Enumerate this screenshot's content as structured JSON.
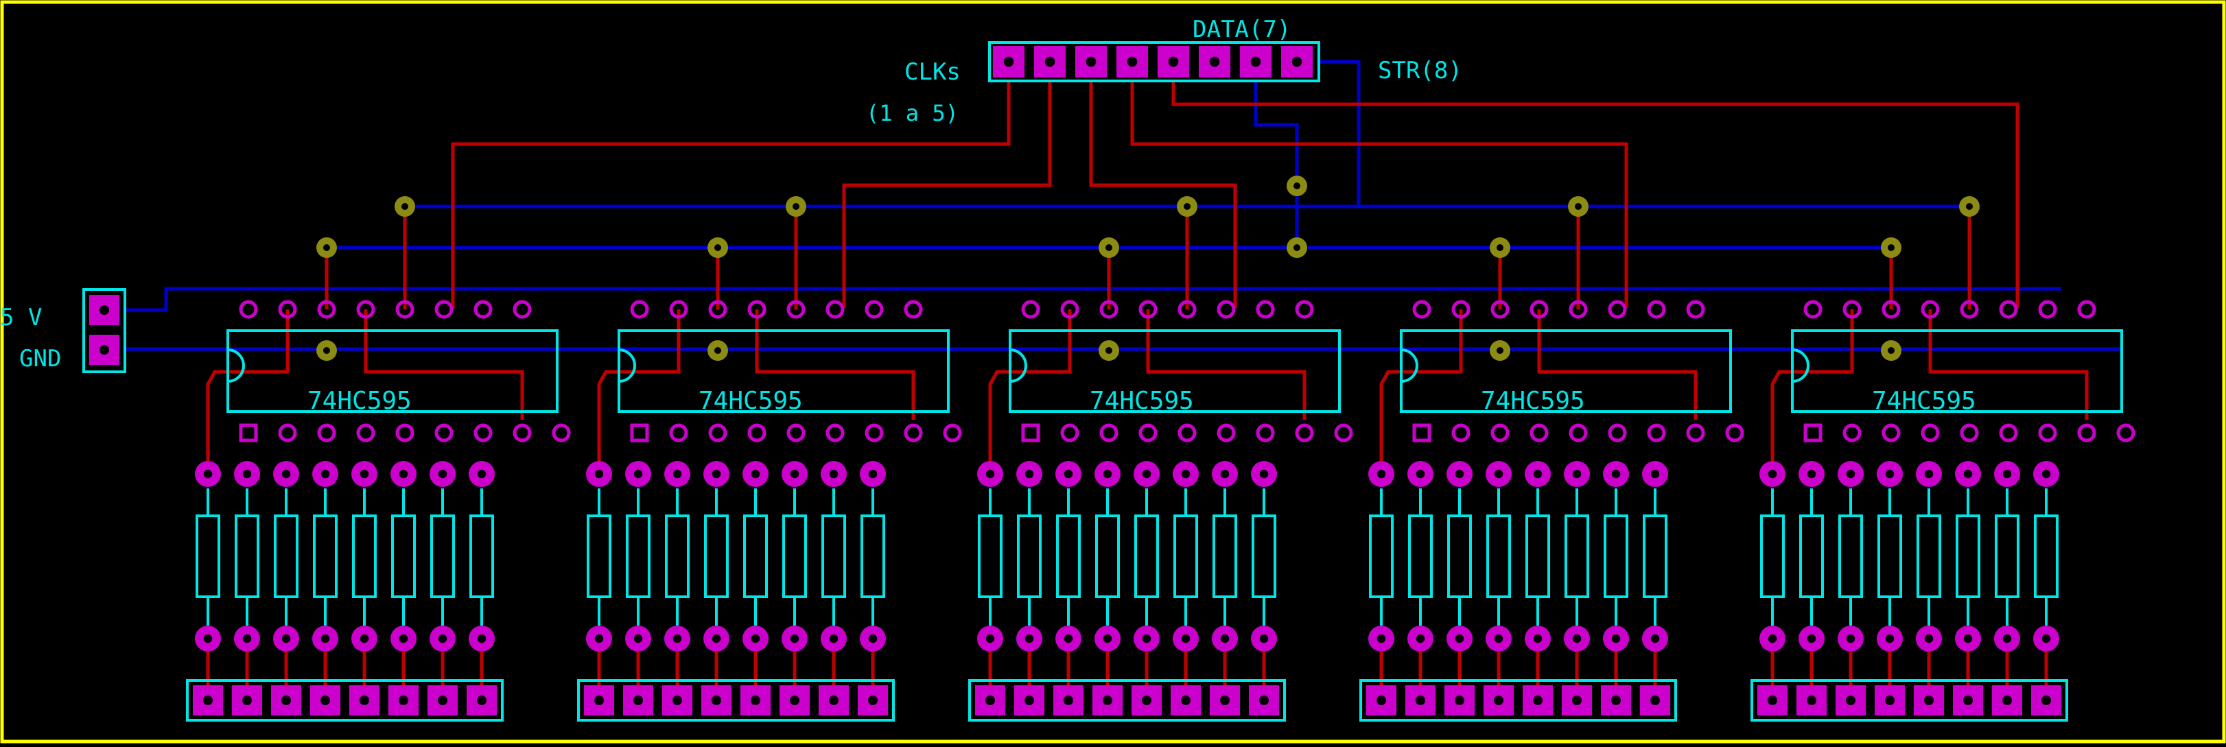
{
  "labels": {
    "data_label": "DATA(7)",
    "clks_label": "CLKs",
    "clks_range": "(1 a 5)",
    "str_label": "STR(8)",
    "vcc_label": "5 V",
    "gnd_label": "GND"
  },
  "chips": [
    {
      "name": "74HC595"
    },
    {
      "name": "74HC595"
    },
    {
      "name": "74HC595"
    },
    {
      "name": "74HC595"
    },
    {
      "name": "74HC595"
    }
  ],
  "colors": {
    "background": "#000000",
    "border": "#ffff00",
    "silkscreen": "#00e5e5",
    "pad": "#cc00cc",
    "via": "#8c8c14",
    "trace_top": "#c00000",
    "trace_bottom": "#0000cc"
  }
}
